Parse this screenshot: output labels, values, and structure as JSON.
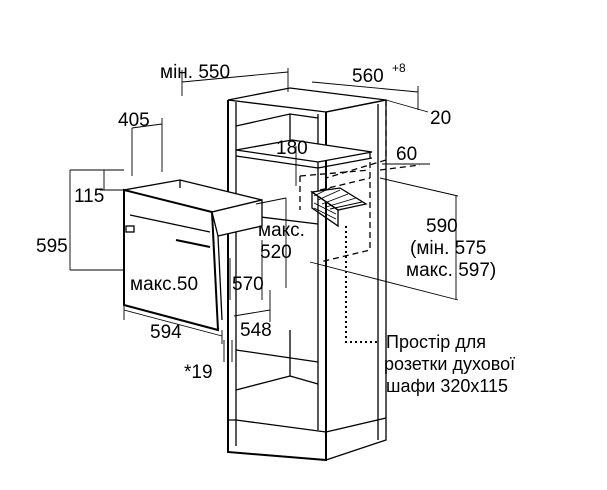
{
  "dimensions": {
    "min_550": "мін. 550",
    "w560": "560",
    "w560_sup": "+8",
    "d20": "20",
    "d405": "405",
    "d180": "180",
    "d60": "60",
    "d115": "115",
    "d595": "595",
    "maks520_a": "макс.",
    "maks520_b": "520",
    "d590": "590",
    "min575": "(мін. 575",
    "maks597": "макс. 597)",
    "maks50": "макс.50",
    "d570": "570",
    "d594": "594",
    "d548": "548",
    "d19": "*19"
  },
  "note": {
    "line1": "Простір для",
    "line2": "розетки духової",
    "line3": "шафи 320x115"
  }
}
